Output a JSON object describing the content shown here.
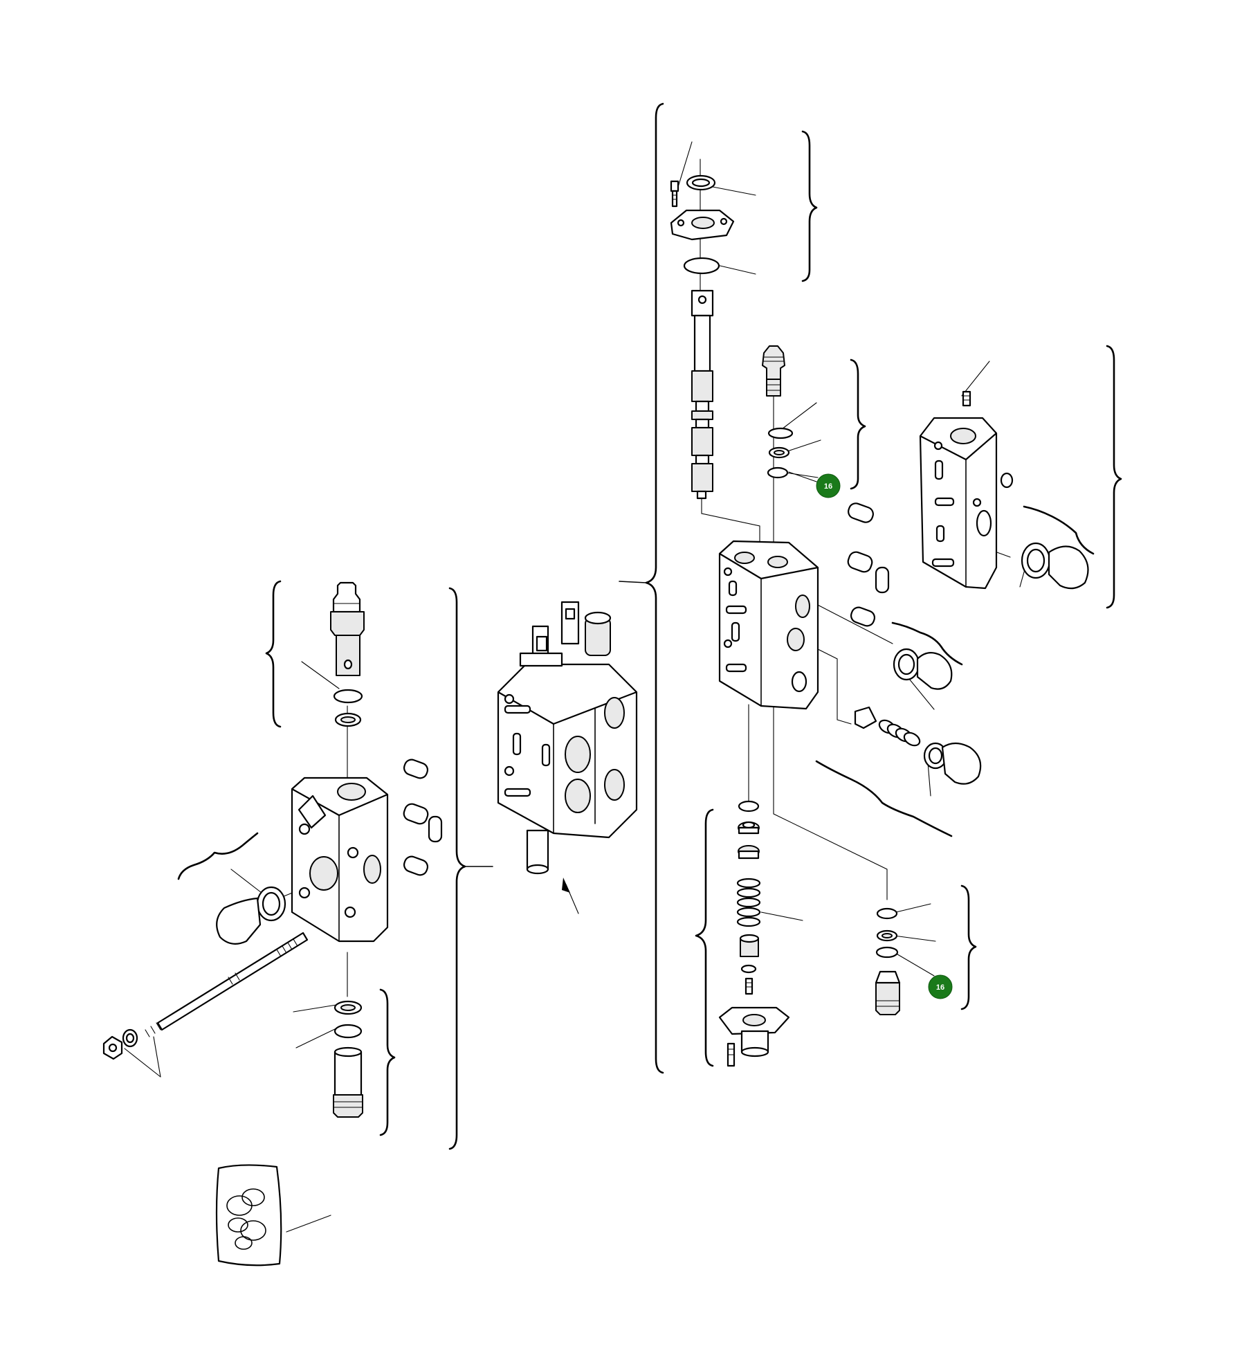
{
  "diagram": {
    "callouts": [
      {
        "id": "callout-16-upper",
        "label": "16"
      },
      {
        "id": "callout-16-lower",
        "label": "16"
      }
    ],
    "colors": {
      "callout_fill": "#1a7a1a",
      "callout_text": "#ffffff",
      "line": "#000000",
      "background": "#ffffff"
    }
  }
}
